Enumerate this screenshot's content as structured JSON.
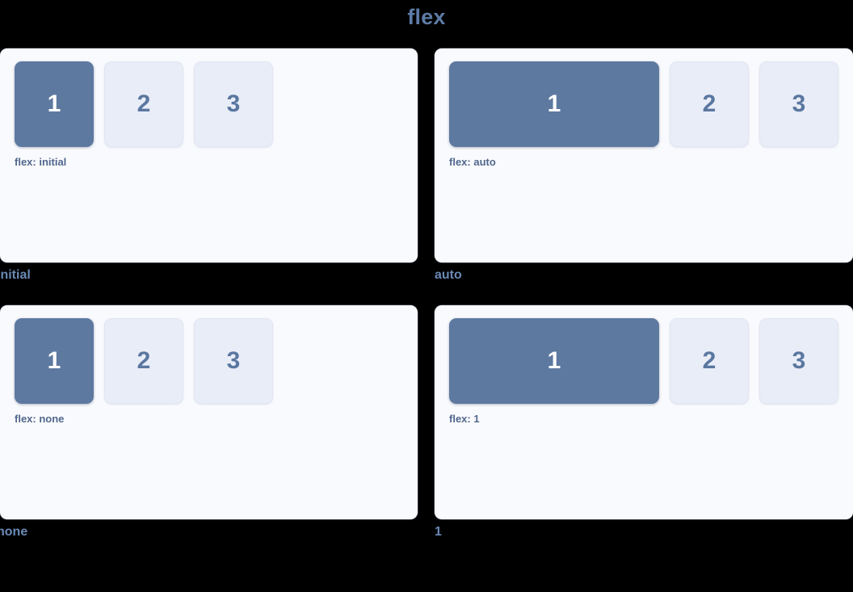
{
  "title": "flex",
  "theme": {
    "background": "#000000",
    "panel_background": "#f9fafd",
    "title_color": "#5d7ba6",
    "caption_color": "#6a89b5",
    "label_color": "#51678c",
    "box_filled_background": "#5d79a0",
    "box_filled_text": "#ffffff",
    "box_plain_background": "#e9edf7",
    "box_plain_text": "#5a77a0"
  },
  "demos": [
    {
      "caption": "initial",
      "item_label": "flex: initial",
      "boxes": [
        {
          "number": "1",
          "style": "filled"
        },
        {
          "number": "2",
          "style": "plain"
        },
        {
          "number": "3",
          "style": "plain"
        }
      ]
    },
    {
      "caption": "auto",
      "item_label": "flex: auto",
      "boxes": [
        {
          "number": "1",
          "style": "filled"
        },
        {
          "number": "2",
          "style": "plain"
        },
        {
          "number": "3",
          "style": "plain"
        }
      ]
    },
    {
      "caption": "none",
      "item_label": "flex: none",
      "boxes": [
        {
          "number": "1",
          "style": "filled"
        },
        {
          "number": "2",
          "style": "plain"
        },
        {
          "number": "3",
          "style": "plain"
        }
      ]
    },
    {
      "caption": "1",
      "item_label": "flex: 1",
      "boxes": [
        {
          "number": "1",
          "style": "filled"
        },
        {
          "number": "2",
          "style": "plain"
        },
        {
          "number": "3",
          "style": "plain"
        }
      ]
    }
  ]
}
